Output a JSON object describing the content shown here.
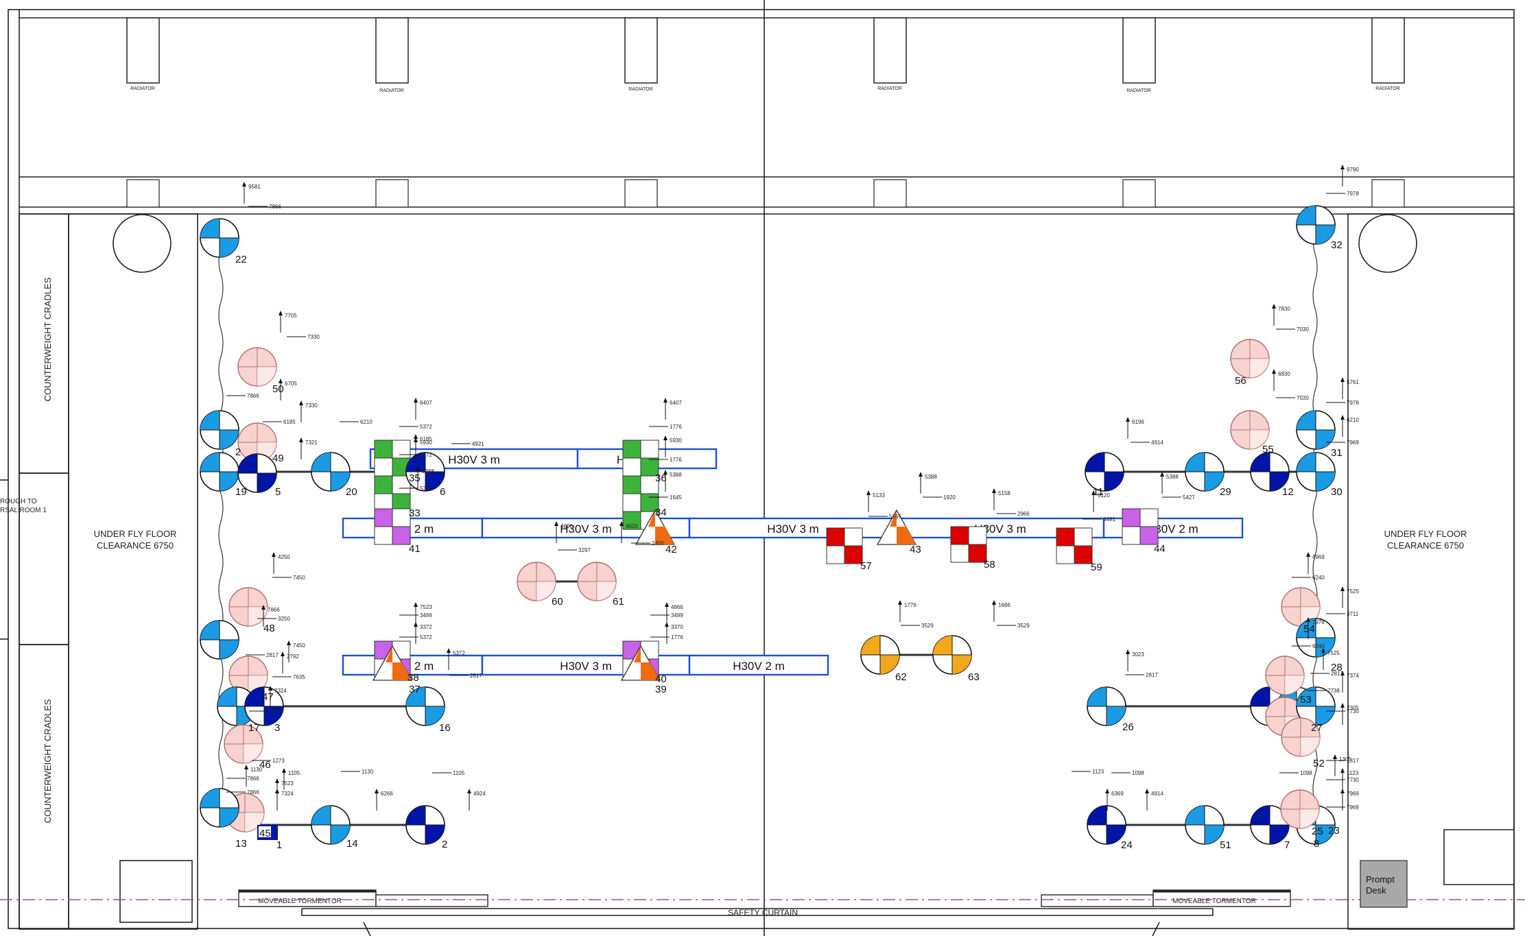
{
  "rooms": {
    "radiator_label": "RADIATOR",
    "counterweight_label": "COUNTERWEIGHT CRADLES",
    "underfly_line1": "UNDER FLY FLOOR",
    "underfly_line2": "CLEARANCE 6750",
    "through_line1": "ROUGH TO",
    "through_line2": "RSAL ROOM 1",
    "tormentor_label": "MOVEABLE TORMENTOR",
    "safety_curtain_label": "SAFETY CURTAIN",
    "prompt_desk_line1": "Prompt",
    "prompt_desk_line2": "Desk"
  },
  "trusses": {
    "upper_left": [
      "H30V 3 m",
      "H"
    ],
    "mid_left": "V 2 m",
    "mid_a": "H30V 3 m",
    "mid_b": "H30V 3 m",
    "mid_c": "H30V 3 m",
    "mid_right": "30V 2 m",
    "low_left": "V 2 m",
    "low_a": "H30V 3 m",
    "low_b": "H30V 2 m"
  },
  "fixtures": {
    "light_blue": "#1a9be3",
    "dark_blue": "#0015a8",
    "pink": "#f7d2cf",
    "green": "#3cb43c",
    "purple": "#c862e8",
    "orange": "#f06a14",
    "red": "#dd0000",
    "amber": "#f2a81d",
    "labels": [
      "22",
      "50",
      "2",
      "49",
      "19",
      "5",
      "20",
      "35",
      "6",
      "33",
      "36",
      "34",
      "41",
      "42",
      "43",
      "44",
      "11",
      "29",
      "12",
      "55",
      "30",
      "31",
      "32",
      "56",
      "57",
      "58",
      "59",
      "60",
      "61",
      "62",
      "63",
      "48",
      "47",
      "17",
      "3",
      "16",
      "46",
      "45",
      "13",
      "1",
      "14",
      "2",
      "37",
      "38",
      "40",
      "39",
      "26",
      "53",
      "27",
      "28",
      "54",
      "52",
      "25",
      "24",
      "51",
      "7",
      "23",
      "8"
    ]
  },
  "dims": [
    "9581",
    "7866",
    "9790",
    "7978",
    "7705",
    "7330",
    "6705",
    "7866",
    "7330",
    "6185",
    "7321",
    "6210",
    "6407",
    "5372",
    "6185",
    "4921",
    "5930",
    "5372",
    "5388",
    "5372",
    "6407",
    "1776",
    "5930",
    "1776",
    "5388",
    "1645",
    "4620",
    "3297",
    "4620",
    "2400",
    "5133",
    "5165",
    "5388",
    "1920",
    "5158",
    "2966",
    "5120",
    "4491",
    "6196",
    "4914",
    "5388",
    "5427",
    "7830",
    "7030",
    "6830",
    "7030",
    "5761",
    "7978",
    "6210",
    "7969",
    "4250",
    "7450",
    "7866",
    "3250",
    "7450",
    "2817",
    "2792",
    "7635",
    "7324",
    "2273",
    "7523",
    "3499",
    "3372",
    "5372",
    "5372",
    "2817",
    "4866",
    "3499",
    "3370",
    "1776",
    "1776",
    "3529",
    "1666",
    "3529",
    "3023",
    "2817",
    "4969",
    "6240",
    "7525",
    "3711",
    "7978",
    "6240",
    "7525",
    "2817",
    "7374",
    "7738",
    "2305",
    "7730",
    "1130",
    "1273",
    "1105",
    "7866",
    "7523",
    "7866",
    "7324",
    "1130",
    "6266",
    "1105",
    "4924",
    "1098",
    "4914",
    "1123",
    "6369",
    "1098",
    "1305",
    "1317",
    "1123",
    "7730",
    "7969",
    "7969"
  ]
}
